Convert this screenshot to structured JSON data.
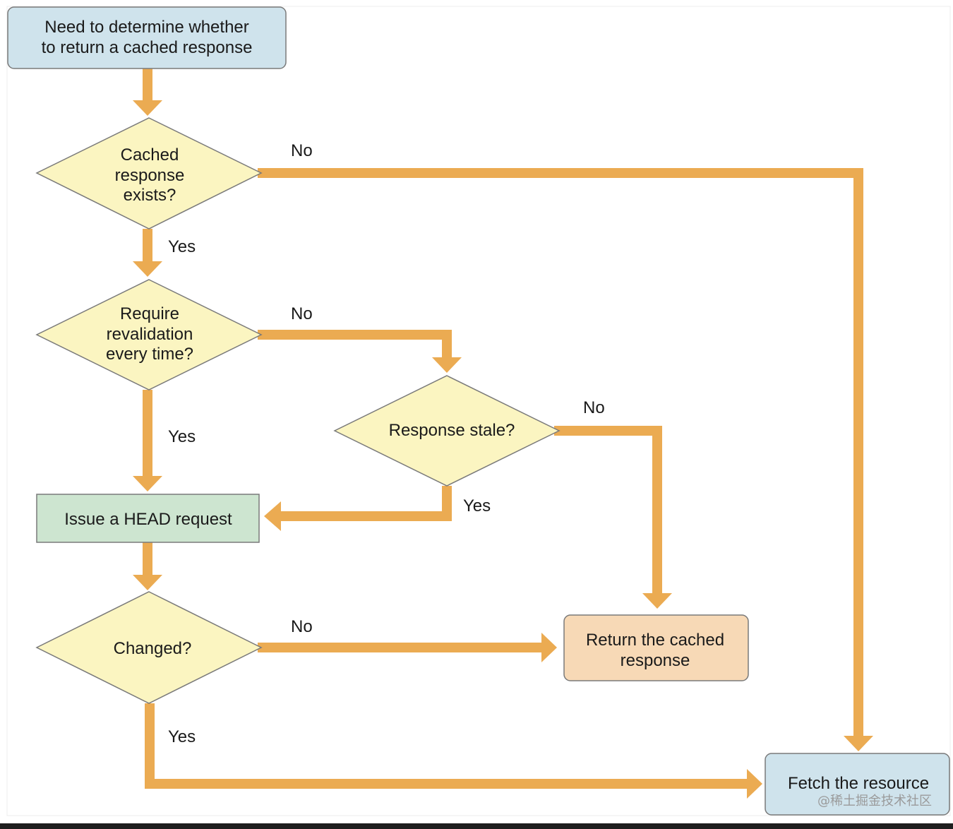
{
  "colors": {
    "arrow": "#ebab52",
    "start_fill": "#cfe3ec",
    "decision_fill": "#fbf5c1",
    "action_fill": "#cde5d0",
    "result_fill": "#f7d9b6",
    "fetch_fill": "#cfe3ec",
    "stroke": "#7a7a7a"
  },
  "nodes": {
    "start": {
      "line1": "Need to determine whether",
      "line2": "to return a cached response"
    },
    "cached_exists": {
      "line1": "Cached",
      "line2": "response",
      "line3": "exists?"
    },
    "require_revalidation": {
      "line1": "Require",
      "line2": "revalidation",
      "line3": "every time?"
    },
    "response_stale": {
      "line1": "Response stale?"
    },
    "head_request": {
      "line1": "Issue a HEAD request"
    },
    "changed": {
      "line1": "Changed?"
    },
    "return_cached": {
      "line1": "Return the cached",
      "line2": "response"
    },
    "fetch_resource": {
      "line1": "Fetch the resource"
    }
  },
  "edges": {
    "cached_no": "No",
    "cached_yes": "Yes",
    "revalidate_no": "No",
    "revalidate_yes": "Yes",
    "stale_no": "No",
    "stale_yes": "Yes",
    "changed_no": "No",
    "changed_yes": "Yes"
  },
  "watermark": "@稀土掘金技术社区"
}
